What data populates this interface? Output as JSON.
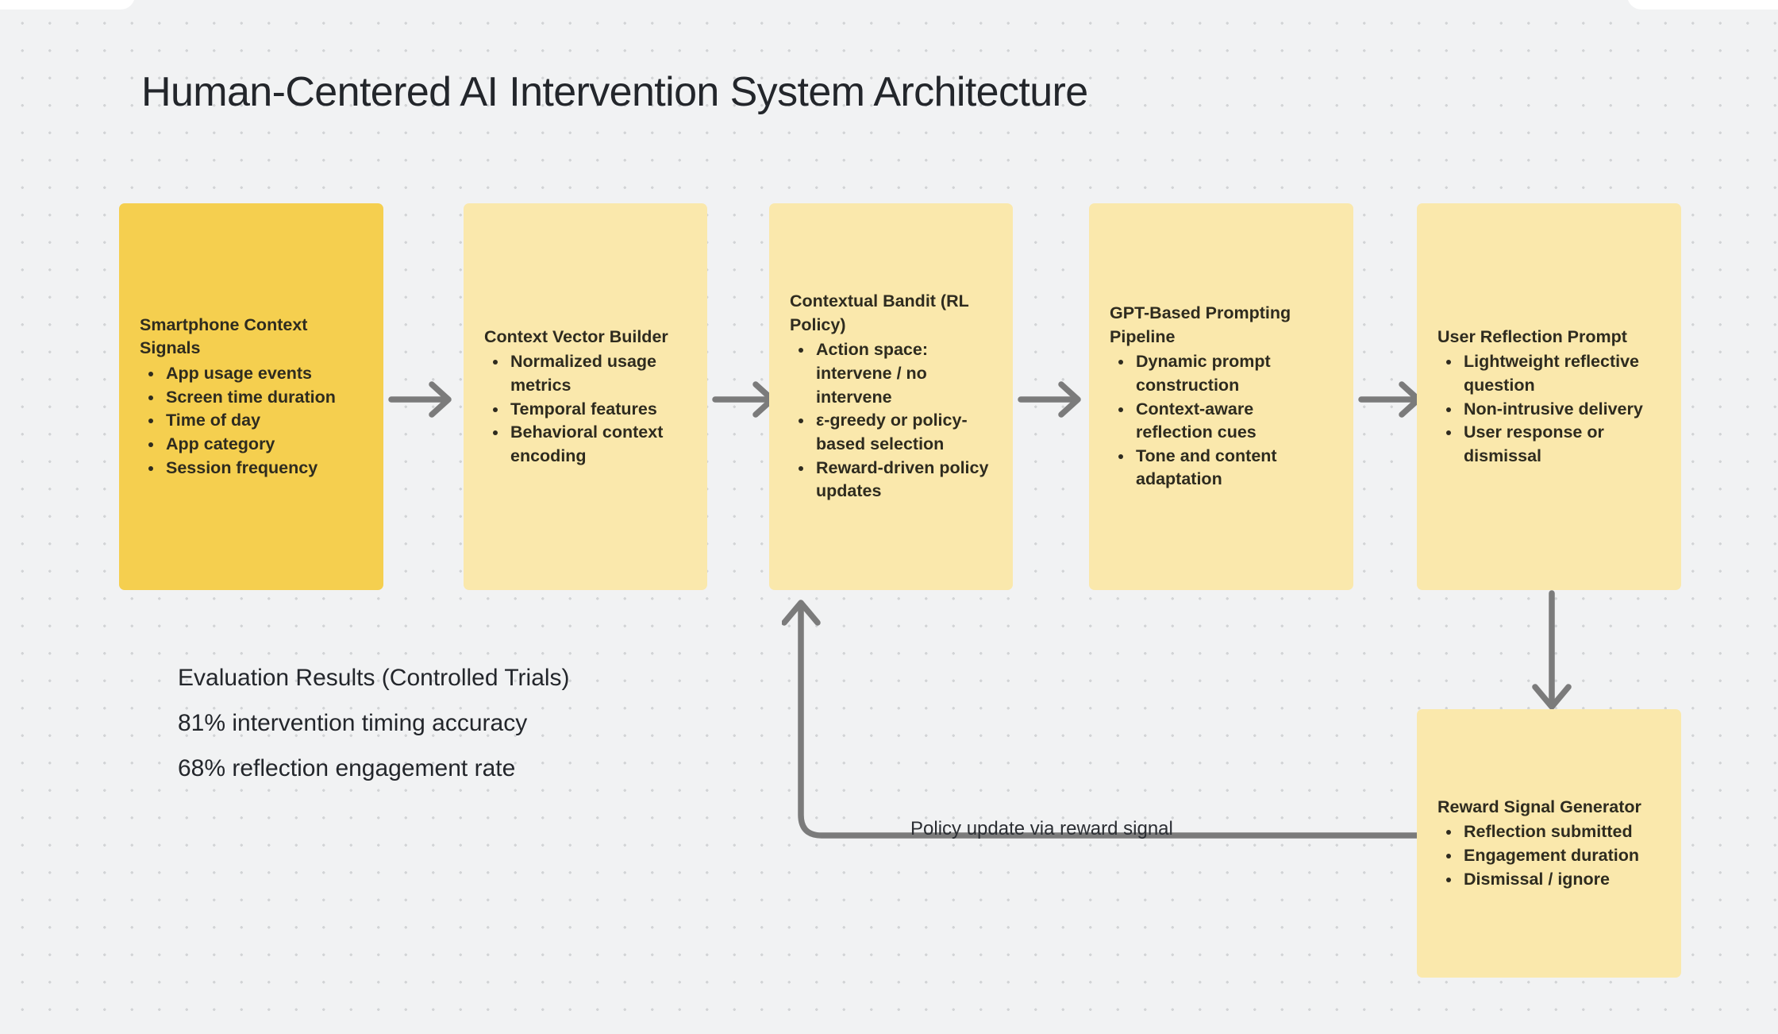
{
  "canvas": {
    "background_color": "#f1f2f3",
    "dot_color": "#d2d4d6",
    "panel_color": "#ffffff"
  },
  "title": "Human-Centered AI Intervention System Architecture",
  "colors": {
    "primary_node": "#f5cf4f",
    "secondary_node": "#fae8ac",
    "node_text": "#2e2b1f",
    "arrow": "#7b7b7b",
    "title_text": "#23262b"
  },
  "nodes": [
    {
      "id": "smartphone-context-signals",
      "title": "Smartphone Context Signals",
      "fill": "#f5cf4f",
      "items": [
        "App usage events",
        "Screen time duration",
        "Time of day",
        "App category",
        "Session frequency"
      ]
    },
    {
      "id": "context-vector-builder",
      "title": "Context Vector Builder",
      "fill": "#fae8ac",
      "items": [
        "Normalized usage metrics",
        "Temporal features",
        "Behavioral context encoding"
      ]
    },
    {
      "id": "contextual-bandit",
      "title": "Contextual Bandit (RL Policy)",
      "fill": "#fae8ac",
      "items": [
        "Action space: intervene / no intervene",
        "ε-greedy or policy-based selection",
        "Reward-driven policy updates"
      ]
    },
    {
      "id": "gpt-based-prompting-pipeline",
      "title": "GPT-Based Prompting Pipeline",
      "fill": "#fae8ac",
      "items": [
        "Dynamic prompt construction",
        "Context-aware reflection cues",
        "Tone and content adaptation"
      ]
    },
    {
      "id": "user-reflection-prompt",
      "title": "User Reflection Prompt",
      "fill": "#fae8ac",
      "items": [
        "Lightweight reflective question",
        "Non-intrusive delivery",
        "User response or dismissal"
      ]
    },
    {
      "id": "reward-signal-generator",
      "title": "Reward Signal Generator",
      "fill": "#fae8ac",
      "items": [
        "Reflection submitted",
        "Engagement duration",
        "Dismissal / ignore"
      ]
    }
  ],
  "edges": {
    "feedback_label": "Policy update via reward signal"
  },
  "evaluation": {
    "heading": "Evaluation Results (Controlled Trials)",
    "metrics": [
      "81% intervention timing accuracy",
      "68% reflection engagement rate"
    ]
  }
}
